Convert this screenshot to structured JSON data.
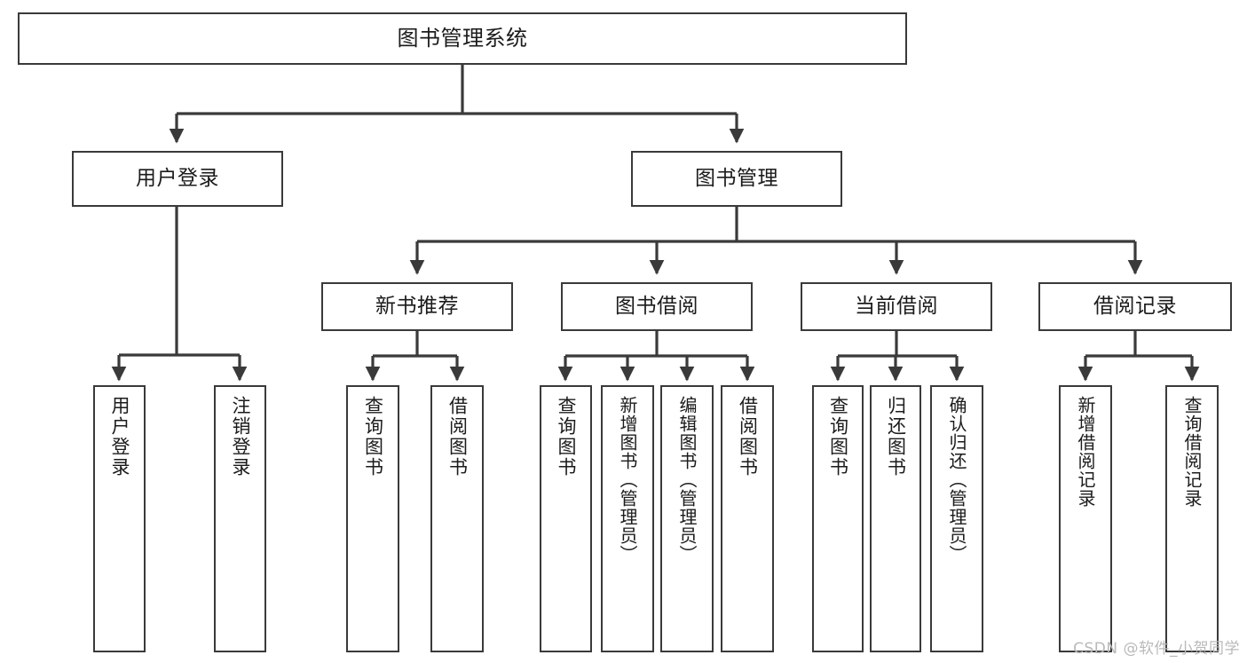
{
  "diagram": {
    "title": "图书管理系统",
    "stroke_color": "#3a3a3a",
    "background_color": "#ffffff",
    "nodes": {
      "root": {
        "label": "图书管理系统"
      },
      "level2": [
        {
          "id": "user-login",
          "label": "用户登录"
        },
        {
          "id": "book-management",
          "label": "图书管理"
        }
      ],
      "level3": [
        {
          "id": "new-book-recommend",
          "label": "新书推荐"
        },
        {
          "id": "book-borrow",
          "label": "图书借阅"
        },
        {
          "id": "current-borrow",
          "label": "当前借阅"
        },
        {
          "id": "borrow-record",
          "label": "借阅记录"
        }
      ],
      "leaves": {
        "user_login": [
          {
            "id": "leaf-user-login",
            "label": "用户登录"
          },
          {
            "id": "leaf-logout-login",
            "label": "注销登录"
          }
        ],
        "new_book_recommend": [
          {
            "id": "leaf-query-book-1",
            "label": "查询图书"
          },
          {
            "id": "leaf-borrow-book-1",
            "label": "借阅图书"
          }
        ],
        "book_borrow": [
          {
            "id": "leaf-query-book-2",
            "label": "查询图书"
          },
          {
            "id": "leaf-add-book",
            "label": "新增图书（管理员）"
          },
          {
            "id": "leaf-edit-book",
            "label": "编辑图书（管理员）"
          },
          {
            "id": "leaf-borrow-book-2",
            "label": "借阅图书"
          }
        ],
        "current_borrow": [
          {
            "id": "leaf-query-book-3",
            "label": "查询图书"
          },
          {
            "id": "leaf-return-book",
            "label": "归还图书"
          },
          {
            "id": "leaf-confirm-return",
            "label": "确认归还（管理员）"
          }
        ],
        "borrow_record": [
          {
            "id": "leaf-add-borrow-record",
            "label": "新增借阅记录"
          },
          {
            "id": "leaf-query-borrow-record",
            "label": "查询借阅记录"
          }
        ]
      }
    },
    "watermark": "CSDN @软件_小贺同学"
  }
}
